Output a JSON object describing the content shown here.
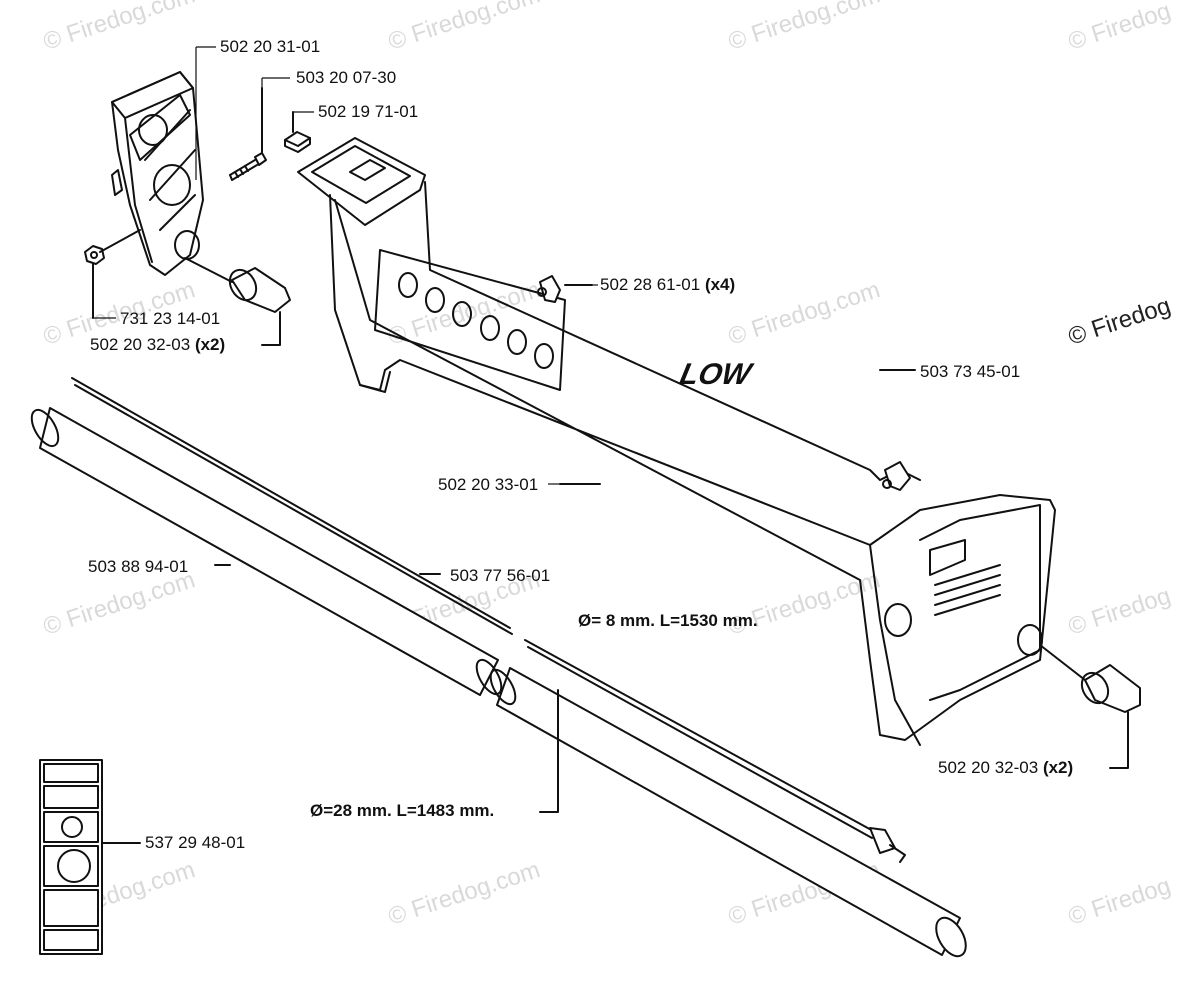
{
  "watermark": "© Firedog.com",
  "watermark_corner": "© Firedog",
  "logo_text": "LOW",
  "parts": {
    "handle_bracket": "502 20 31-01",
    "screw": "503 20 07-30",
    "square_nut": "502 19 71-01",
    "cable_clip": "502 28 61-01",
    "cable_clip_qty": "(x4)",
    "decal_low": "503 73 45-01",
    "hex_nut": "731 23 14-01",
    "grip_cap_left": "502 20 32-03",
    "grip_cap_left_qty": "(x2)",
    "handlebar": "502 20 33-01",
    "shaft_tube": "503 88 94-01",
    "drive_shaft": "503 77 56-01",
    "grip_cap_right": "502 20 32-03",
    "grip_cap_right_qty": "(x2)",
    "warning_label": "537 29 48-01"
  },
  "dimensions": {
    "drive_shaft": "Ø= 8 mm. L=1530 mm.",
    "tube": "Ø=28 mm. L=1483 mm."
  }
}
